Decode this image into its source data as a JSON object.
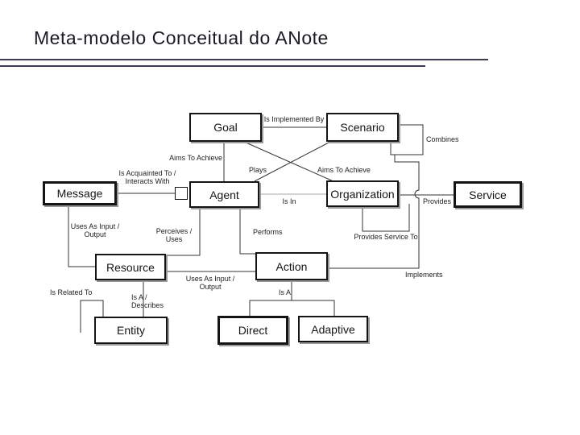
{
  "slide": {
    "title": "Meta-modelo Conceitual do ANote"
  },
  "diagram": {
    "nodes": {
      "goal": "Goal",
      "scenario": "Scenario",
      "message": "Message",
      "agent": "Agent",
      "organization": "Organization",
      "service": "Service",
      "resource": "Resource",
      "action": "Action",
      "entity": "Entity",
      "direct": "Direct",
      "adaptive": "Adaptive"
    },
    "edges": {
      "is_implemented_by": "Is Implemented By",
      "aims_to_achieve_goal_agent": "Aims To Achieve",
      "plays": "Plays",
      "aims_to_achieve_scenario_org": "Aims To Achieve",
      "combines": "Combines",
      "is_acquainted": "Is Acquainted To /\nInteracts With",
      "is_in": "Is In",
      "provides": "Provides",
      "uses_as_input_output_message": "Uses As Input /\nOutput",
      "perceives_uses": "Perceives / Uses",
      "performs": "Performs",
      "provides_service_to": "Provides Service To",
      "uses_as_input_output_resource": "Uses As Input /\nOutput",
      "is_related_to": "Is Related To",
      "is_a_describes": "Is A / Describes",
      "is_a": "Is A",
      "implements": "Implements"
    }
  }
}
